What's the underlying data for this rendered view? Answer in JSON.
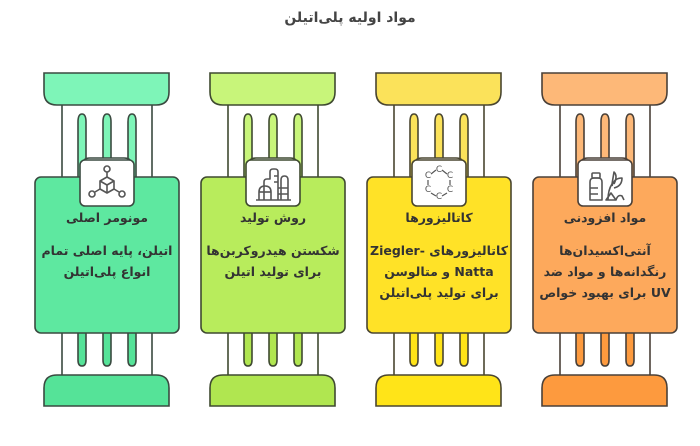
{
  "title": "مواد اولیه پلی‌اتیلن",
  "pillars": [
    {
      "heading": "مونومر اصلی",
      "description": "اتیلن، پایه اصلی تمام انواع پلی‌اتیلن",
      "icon": "molecule-cube-icon",
      "colors": {
        "top": "#7ef5b8",
        "body": "#5ee8a0",
        "base": "#55e398",
        "stroke": "#3a4a40"
      }
    },
    {
      "heading": "روش تولید",
      "description": "شکستن هیدروکربن‌ها برای تولید اتیلن",
      "icon": "refinery-icon",
      "colors": {
        "top": "#c8f57a",
        "body": "#b8ec5c",
        "base": "#b0e650",
        "stroke": "#3f4a30"
      }
    },
    {
      "heading": "کاتالیزورها",
      "description": "کاتالیزورهای Ziegler-Natta و متالوسن برای تولید پلی‌اتیلن",
      "icon": "benzene-ring-icon",
      "colors": {
        "top": "#fbe25a",
        "body": "#ffe227",
        "base": "#ffe418",
        "stroke": "#4a4630"
      }
    },
    {
      "heading": "مواد افزودنی",
      "description": "آنتی‌اکسیدان‌ها رنگدانه‌ها و مواد ضد UV برای بهبود خواص",
      "icon": "additives-bottle-leaf-icon",
      "colors": {
        "top": "#fdb878",
        "body": "#fda95c",
        "base": "#fd9a3e",
        "stroke": "#4a4038"
      }
    }
  ]
}
